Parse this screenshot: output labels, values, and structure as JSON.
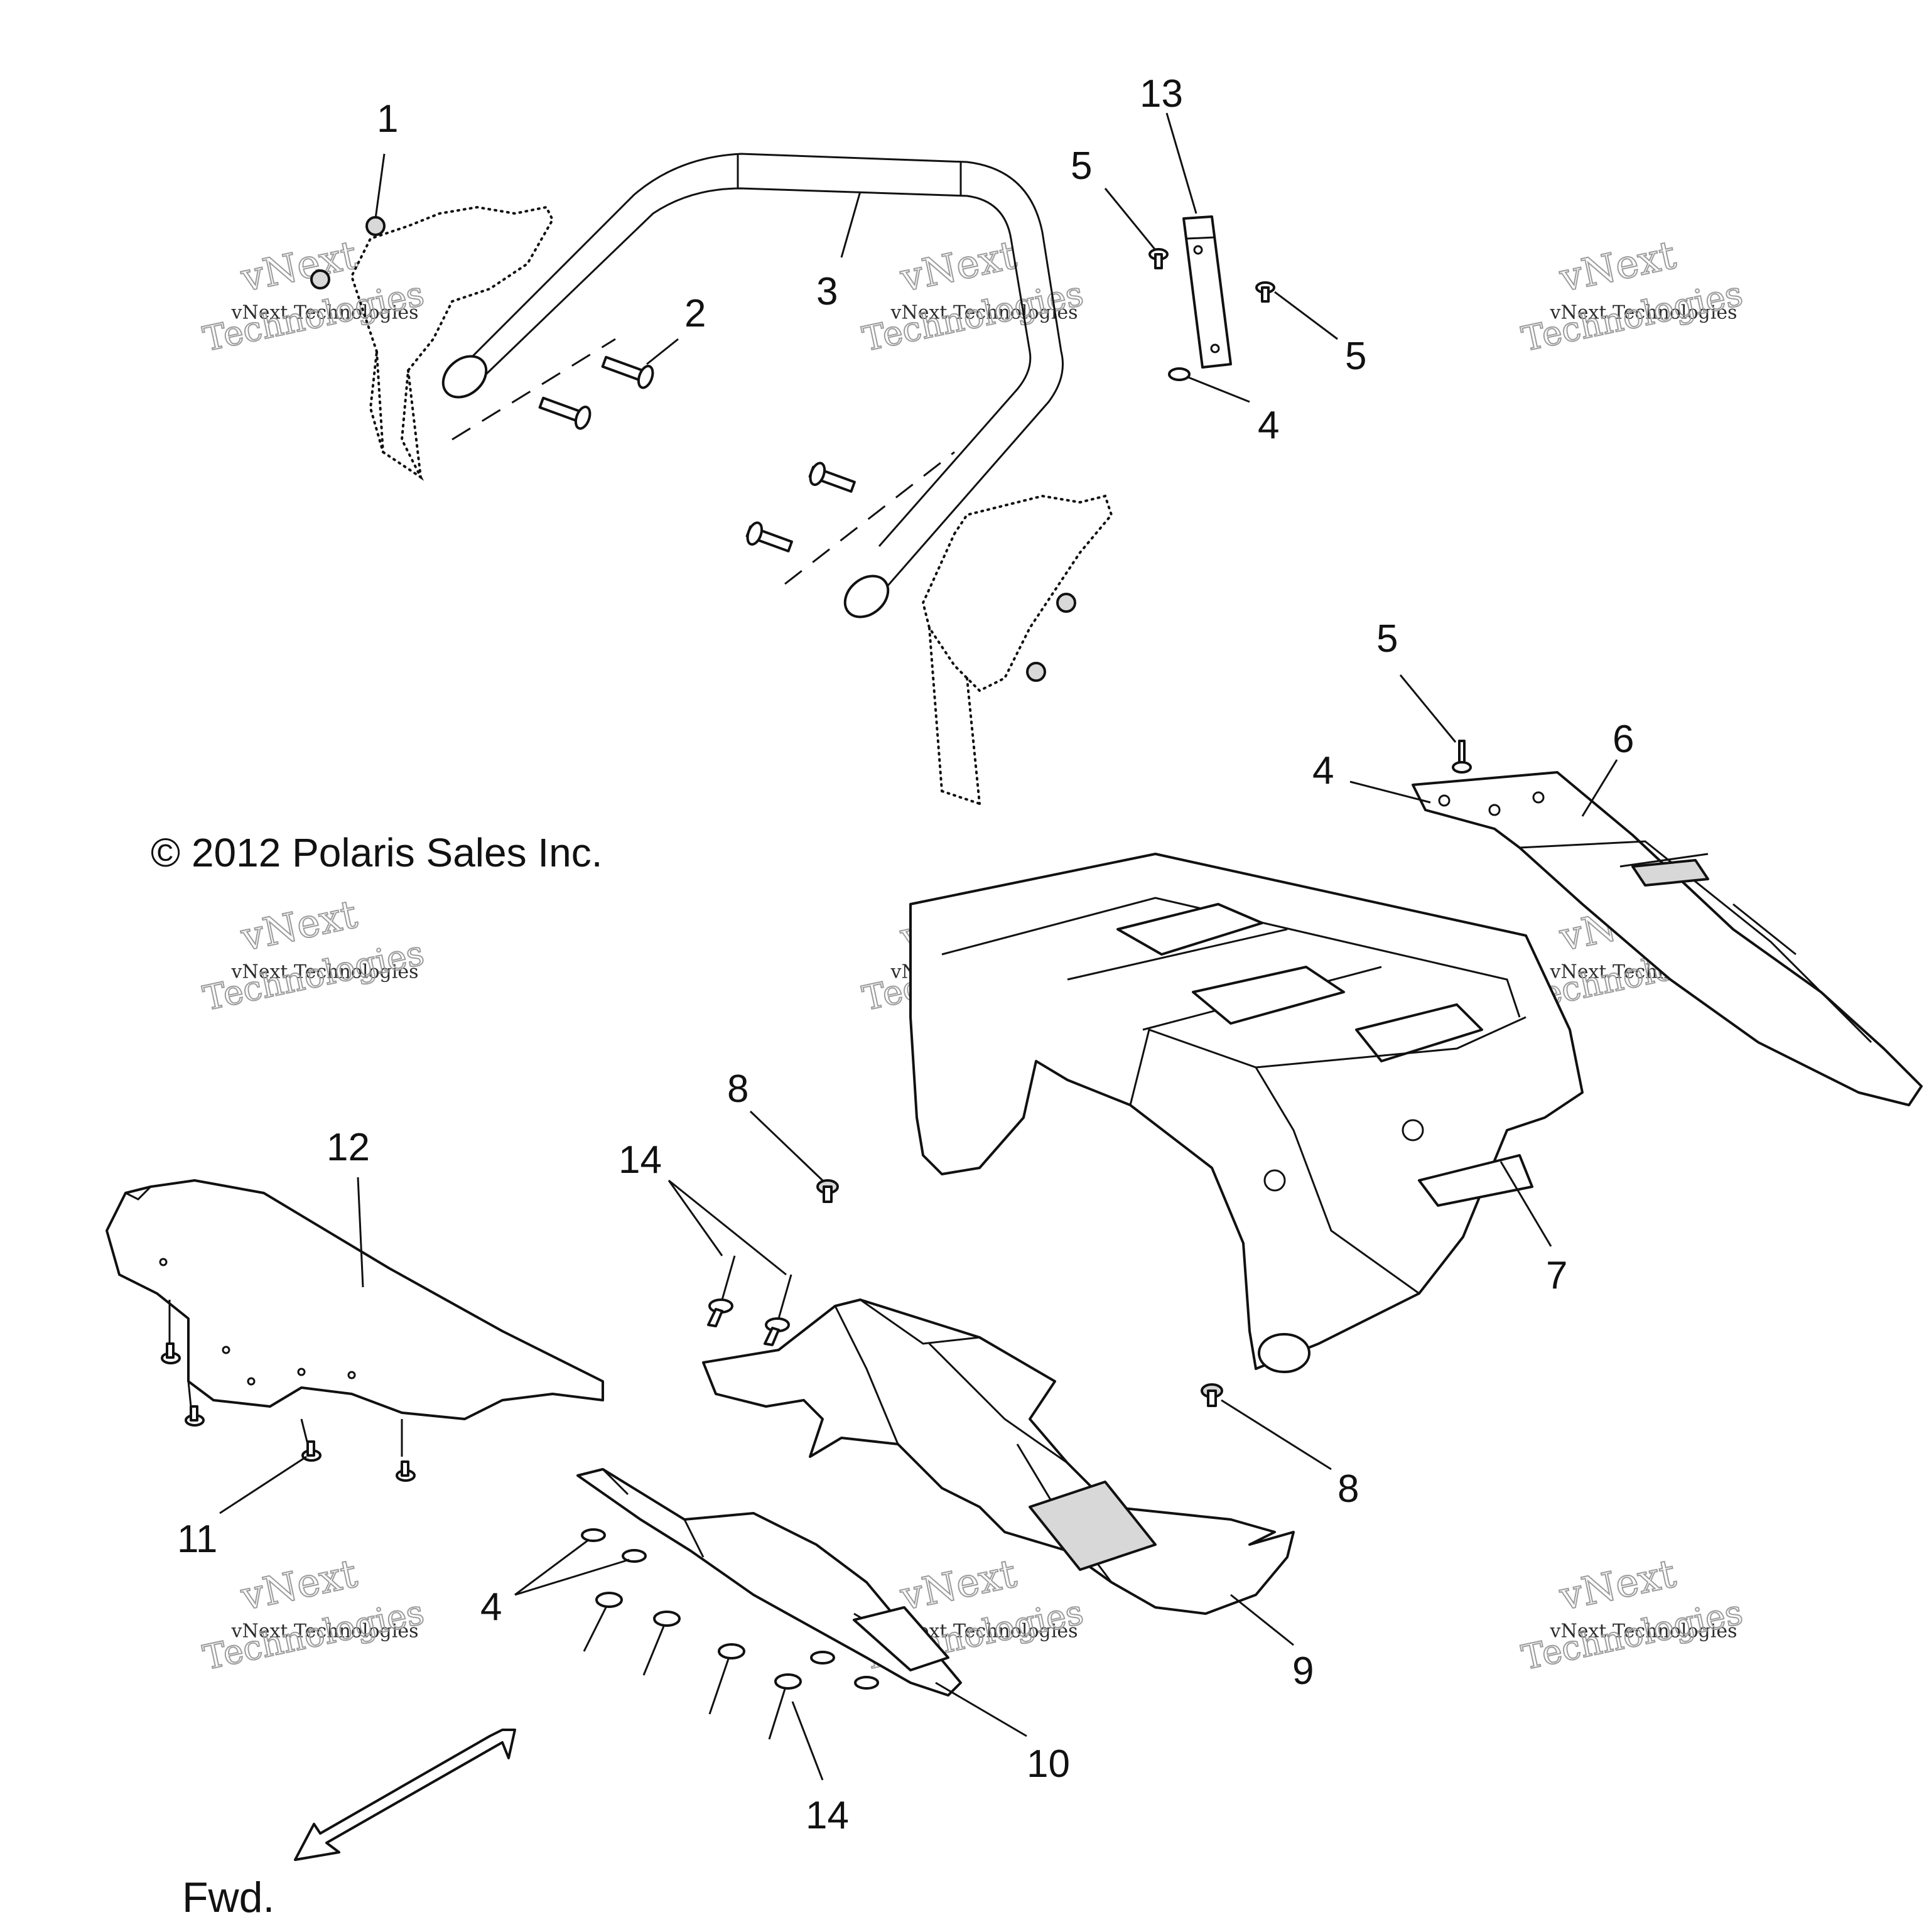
{
  "diagram": {
    "copyright": "© 2012 Polaris Sales Inc.",
    "direction_label": "Fwd.",
    "watermark": {
      "line1": "vNext Technologies",
      "line2": "vNext",
      "line3": "Technologies"
    },
    "callouts": [
      {
        "id": "c1",
        "label": "1"
      },
      {
        "id": "c2",
        "label": "2"
      },
      {
        "id": "c3",
        "label": "3"
      },
      {
        "id": "c5a",
        "label": "5"
      },
      {
        "id": "c13",
        "label": "13"
      },
      {
        "id": "c5b",
        "label": "5"
      },
      {
        "id": "c4a",
        "label": "4"
      },
      {
        "id": "c5c",
        "label": "5"
      },
      {
        "id": "c4b",
        "label": "4"
      },
      {
        "id": "c6",
        "label": "6"
      },
      {
        "id": "c7",
        "label": "7"
      },
      {
        "id": "c8a",
        "label": "8"
      },
      {
        "id": "c8b",
        "label": "8"
      },
      {
        "id": "c12",
        "label": "12"
      },
      {
        "id": "c14a",
        "label": "14"
      },
      {
        "id": "c11",
        "label": "11"
      },
      {
        "id": "c4c",
        "label": "4"
      },
      {
        "id": "c9",
        "label": "9"
      },
      {
        "id": "c10",
        "label": "10"
      },
      {
        "id": "c14b",
        "label": "14"
      }
    ]
  }
}
